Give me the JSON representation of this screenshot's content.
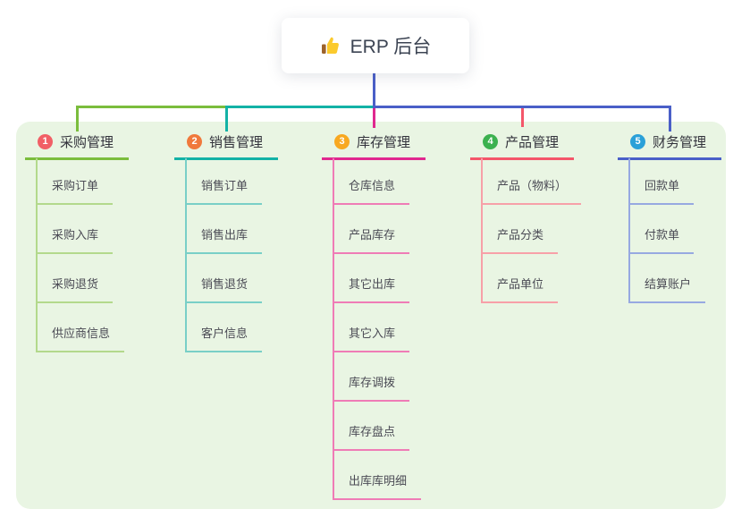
{
  "root": {
    "label": "ERP 后台",
    "icon": "thumbs-up-icon",
    "connector_color": "#4a5fc8"
  },
  "panel": {
    "bg": "#e9f5e3"
  },
  "branches": [
    {
      "badge": "1",
      "badge_color": "#f15f66",
      "title": "采购管理",
      "color": "#7bbd3d",
      "light_color": "#b3d98c",
      "children": [
        "采购订单",
        "采购入库",
        "采购退货",
        "供应商信息"
      ]
    },
    {
      "badge": "2",
      "badge_color": "#f0793c",
      "title": "销售管理",
      "color": "#13b2a6",
      "light_color": "#79cfc7",
      "children": [
        "销售订单",
        "销售出库",
        "销售退货",
        "客户信息"
      ]
    },
    {
      "badge": "3",
      "badge_color": "#f8a820",
      "title": "库存管理",
      "color": "#e0288f",
      "light_color": "#ef7cb6",
      "children": [
        "仓库信息",
        "产品库存",
        "其它出库",
        "其它入库",
        "库存调拨",
        "库存盘点",
        "出库库明细"
      ]
    },
    {
      "badge": "4",
      "badge_color": "#3cb14f",
      "title": "产品管理",
      "color": "#f4566a",
      "light_color": "#f7a0a8",
      "children": [
        "产品（物料）",
        "产品分类",
        "产品单位"
      ]
    },
    {
      "badge": "5",
      "badge_color": "#2aa0d8",
      "title": "财务管理",
      "color": "#4a5fc8",
      "light_color": "#97a9e1",
      "children": [
        "回款单",
        "付款单",
        "结算账户"
      ]
    }
  ]
}
